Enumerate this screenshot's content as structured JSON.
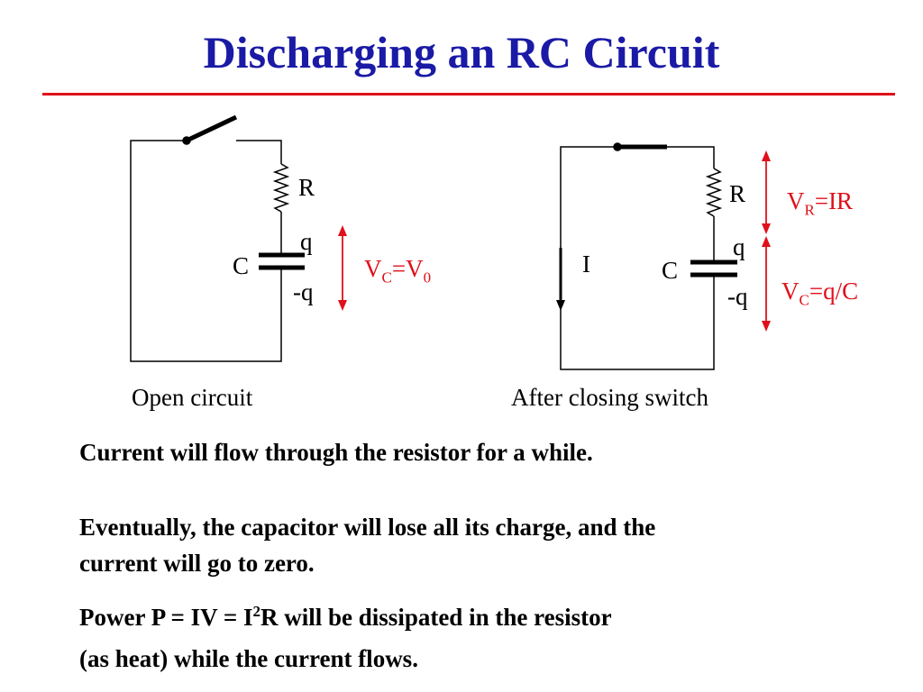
{
  "slide": {
    "title": "Discharging an RC Circuit",
    "colors": {
      "title": "#1a1aa6",
      "rule": "#e0101a",
      "annotation": "#e0101a",
      "wire": "#000000"
    }
  },
  "left_circuit": {
    "resistor_label": "R",
    "capacitor_label": "C",
    "plus_charge": "q",
    "minus_charge": "-q",
    "voltage_main": "V",
    "voltage_sub": "C",
    "voltage_eq": "=V",
    "voltage_sub2": "0",
    "caption": "Open circuit"
  },
  "right_circuit": {
    "resistor_label": "R",
    "capacitor_label": "C",
    "plus_charge": "q",
    "minus_charge": "-q",
    "current_label": "I",
    "vr_main": "V",
    "vr_sub": "R",
    "vr_eq": "=IR",
    "vc_main": "V",
    "vc_sub": "C",
    "vc_eq": "=q/C",
    "caption": "After closing switch"
  },
  "text": {
    "line1": "Current will flow through the resistor for a while.",
    "line2": "Eventually, the capacitor will lose all its charge, and the",
    "line3": "current will go to zero.",
    "line4_a": "Power P =  IV  =  I",
    "line4_sup": "2",
    "line4_b": "R  will be dissipated in the resistor",
    "line5": "(as heat) while the current flows."
  }
}
